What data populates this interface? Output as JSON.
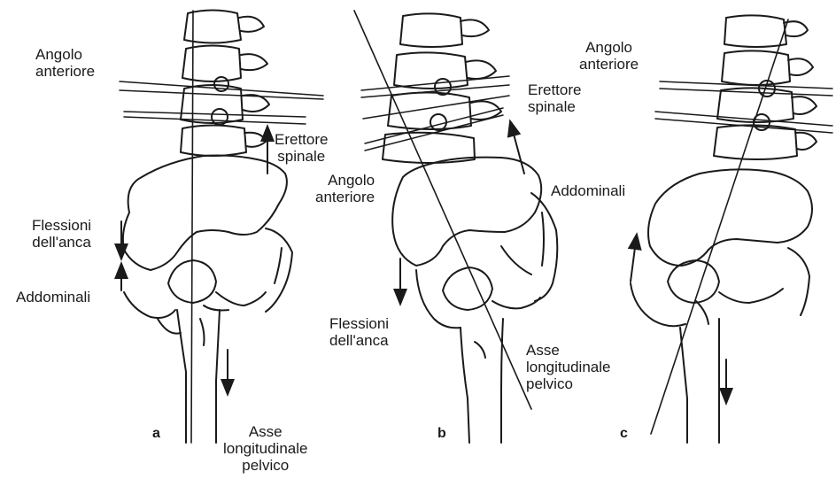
{
  "panels": [
    {
      "letter": "a",
      "labels": {
        "anterior_angle": [
          "Angolo",
          "anteriore"
        ],
        "erector": [
          "Erettore",
          "spinale"
        ],
        "hip_flexors": [
          "Flessioni",
          "dell'anca"
        ],
        "abdominals": "Addominali",
        "pelvic_axis": [
          "Asse",
          "longitudinale",
          "pelvico"
        ]
      }
    },
    {
      "letter": "b",
      "labels": {
        "erector": [
          "Erettore",
          "spinale"
        ],
        "anterior_angle": [
          "Angolo",
          "anteriore"
        ],
        "abdominals": "Addominali",
        "hip_flexors": [
          "Flessioni",
          "dell'anca"
        ],
        "pelvic_axis": [
          "Asse",
          "longitudinale",
          "pelvico"
        ]
      }
    },
    {
      "letter": "c",
      "labels": {
        "anterior_angle": [
          "Angolo",
          "anteriore"
        ]
      }
    }
  ],
  "colors": {
    "ink": "#1a1a1a",
    "paper": "#ffffff"
  }
}
